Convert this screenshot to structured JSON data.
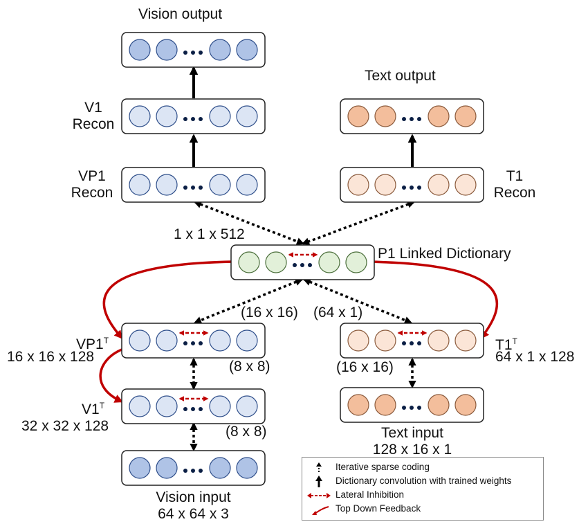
{
  "colors": {
    "vision_dark": "#afc3e6",
    "vision_light": "#dce5f4",
    "text_dark": "#f3be9c",
    "text_light": "#fbe5d7",
    "linked_green": "#e2f0d9",
    "red": "#c00000",
    "black": "#000000",
    "dot_navy": "#0b1f45"
  },
  "labels": {
    "vision_output": "Vision output",
    "text_output": "Text output",
    "v1_recon_line1": "V1",
    "v1_recon_line2": "Recon",
    "vp1_recon_line1": "VP1",
    "vp1_recon_line2": "Recon",
    "t1_recon_line1": "T1",
    "t1_recon_line2": "Recon",
    "dim_1x1x512": "1 x 1 x 512",
    "p1_linked_dictionary": "P1 Linked Dictionary",
    "dim_16x16_top": "(16 x 16)",
    "dim_64x1_top": "(64 x 1)",
    "vp1t_name": "VP1",
    "vp1t_sup": "T",
    "vp1t_dim": "16 x 16 x 128",
    "t1t_name": "T1",
    "t1t_sup": "T",
    "t1t_dim": "64 x 1 x 128",
    "dim_8x8_upper": "(8 x 8)",
    "dim_16x16_text": "(16 x 16)",
    "v1t_name": "V1",
    "v1t_sup": "T",
    "v1t_dim": "32 x 32 x 128",
    "dim_8x8_lower": "(8 x 8)",
    "text_input_line1": "Text input",
    "text_input_line2": "128 x 16 x 1",
    "vision_input_line1": "Vision input",
    "vision_input_line2": "64 x 64 x 3"
  },
  "legend": [
    {
      "icon": "dotted-double-arrow-icon",
      "text": "Iterative sparse coding"
    },
    {
      "icon": "bold-up-arrow-icon",
      "text": "Dictionary convolution with trained weights"
    },
    {
      "icon": "red-dashed-double-arrow-icon",
      "text": "Lateral Inhibition"
    },
    {
      "icon": "red-curved-arrow-icon",
      "text": "Top Down Feedback"
    }
  ]
}
